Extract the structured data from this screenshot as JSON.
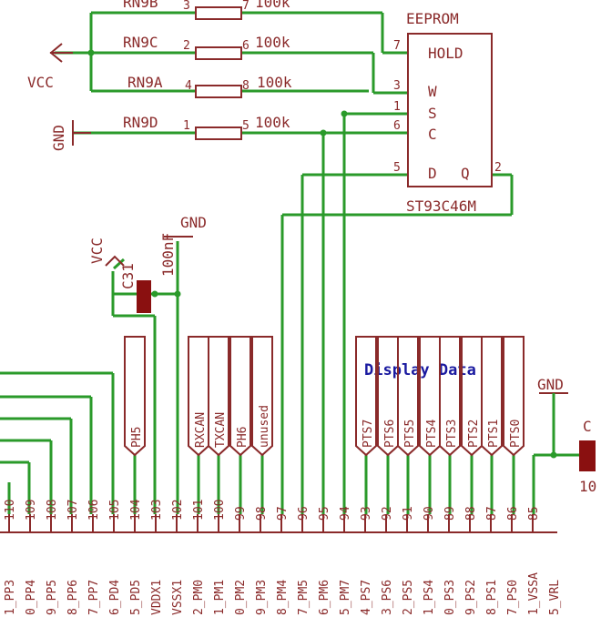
{
  "resistors": [
    {
      "name": "RN9B",
      "pin_a": "3",
      "pin_b": "7",
      "value": "100k"
    },
    {
      "name": "RN9C",
      "pin_a": "2",
      "pin_b": "6",
      "value": "100k"
    },
    {
      "name": "RN9A",
      "pin_a": "4",
      "pin_b": "8",
      "value": "100k"
    },
    {
      "name": "RN9D",
      "pin_a": "1",
      "pin_b": "5",
      "value": "100k"
    }
  ],
  "power": {
    "vcc": "VCC",
    "gnd": "GND"
  },
  "eeprom": {
    "title": "EEPROM",
    "part": "ST93C46M",
    "pins": [
      {
        "num": "7",
        "name": "HOLD"
      },
      {
        "num": "3",
        "name": "W"
      },
      {
        "num": "1",
        "name": "S"
      },
      {
        "num": "6",
        "name": "C"
      },
      {
        "num": "5",
        "name": "D"
      },
      {
        "num": "2",
        "name": "Q"
      }
    ]
  },
  "capacitor": {
    "name": "C31",
    "value": "100nF"
  },
  "cap_right": {
    "name": "C",
    "value": "10"
  },
  "section_title": "Display Data",
  "net_groups": {
    "left": [
      "PH5"
    ],
    "middle": [
      "RXCAN",
      "TXCAN",
      "PH6",
      "unused"
    ],
    "right": [
      "PTS7",
      "PTS6",
      "PTS5",
      "PTS4",
      "PTS3",
      "PTS2",
      "PTS1",
      "PTS0"
    ]
  },
  "pin_numbers": [
    "110",
    "109",
    "108",
    "107",
    "106",
    "105",
    "104",
    "103",
    "102",
    "101",
    "100",
    "99",
    "98",
    "97",
    "96",
    "95",
    "94",
    "93",
    "92",
    "91",
    "90",
    "89",
    "88",
    "87",
    "86",
    "85"
  ],
  "pin_names": [
    "1_PP3",
    "0_PP4",
    "9_PP5",
    "8_PP6",
    "7_PP7",
    "6_PD4",
    "5_PD5",
    "VDDX1",
    "VSSX1",
    "2_PM0",
    "1_PM1",
    "0_PM2",
    "9_PM3",
    "8_PM4",
    "7_PM5",
    "6_PM6",
    "5_PM7",
    "4_PS7",
    "3_PS6",
    "2_PS5",
    "1_PS4",
    "0_PS3",
    "9_PS2",
    "8_PS1",
    "7_PS0",
    "1_VSSA",
    "5_VRL"
  ],
  "colors": {
    "wire": "#2a9a2a",
    "part": "#8a2a2a",
    "title": "#1a1aa0",
    "cap_fill": "#8a1010"
  }
}
